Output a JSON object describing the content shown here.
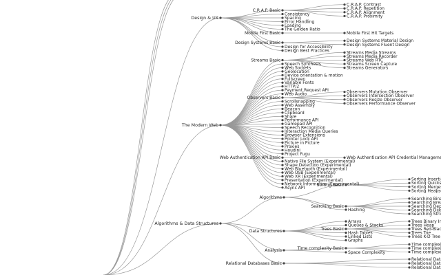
{
  "mindmap": {
    "branches": [
      {
        "label": "Design & UX",
        "children": [
          {
            "label": "C.R.A.P. Basic",
            "children": [
              {
                "label": "C.R.A.P. Contrast"
              },
              {
                "label": "C.R.A.P. Repetition"
              },
              {
                "label": "C.R.A.P. Alignment"
              },
              {
                "label": "C.R.A.P. Proximity"
              }
            ]
          },
          {
            "label": "Consistency"
          },
          {
            "label": "Spacing"
          },
          {
            "label": "Error Handling"
          },
          {
            "label": "Loading"
          },
          {
            "label": "The Golden Ratio"
          },
          {
            "label": "Mobile First Basic",
            "children": [
              {
                "label": "Mobile First Hit Targets"
              }
            ]
          },
          {
            "label": "Design Systems Basic",
            "children": [
              {
                "label": "Design Systems Material Design"
              },
              {
                "label": "Design Systems Fluent Design"
              }
            ]
          },
          {
            "label": "Design for Accessibility"
          },
          {
            "label": "Design Best Practices"
          }
        ]
      },
      {
        "label": "The Modern Web",
        "children": [
          {
            "label": "Streams Basic",
            "children": [
              {
                "label": "Streams Media Streams"
              },
              {
                "label": "Streams Media Recorder"
              },
              {
                "label": "Streams Web RTC"
              },
              {
                "label": "Streams Screen Capture"
              },
              {
                "label": "Streams Generators"
              }
            ]
          },
          {
            "label": "Speech Synthesis"
          },
          {
            "label": "Web Sockets"
          },
          {
            "label": "Geolocation"
          },
          {
            "label": "Device orientation & motion"
          },
          {
            "label": "Fullscreen"
          },
          {
            "label": "Variable Fonts"
          },
          {
            "label": "HTTP/2"
          },
          {
            "label": "Payment Request API"
          },
          {
            "label": "Web Audio"
          },
          {
            "label": "Observers Basic",
            "children": [
              {
                "label": "Observers Mutation Observer"
              },
              {
                "label": "Observers Intersection Observer"
              },
              {
                "label": "Observers Resize Observer"
              },
              {
                "label": "Observers Performance Observer"
              }
            ]
          },
          {
            "label": "Scrollsnapping"
          },
          {
            "label": "Web Assembly"
          },
          {
            "label": "Beacon"
          },
          {
            "label": "Clipboard"
          },
          {
            "label": "Share"
          },
          {
            "label": "Performance API"
          },
          {
            "label": "Gamepad API"
          },
          {
            "label": "Speech Recognition"
          },
          {
            "label": "Interaction Media Queries"
          },
          {
            "label": "Browser Extensions"
          },
          {
            "label": "Pointer Lock API"
          },
          {
            "label": "Picture in Picture"
          },
          {
            "label": "Proxies"
          },
          {
            "label": "Houdini"
          },
          {
            "label": "Project Fugu"
          },
          {
            "label": "Web Authentication API Basic",
            "children": [
              {
                "label": "Web Authentication API Credential Management"
              }
            ]
          },
          {
            "label": "Native File System (Experimental)"
          },
          {
            "label": "Shape Detection (Experimental)"
          },
          {
            "label": "Web Bluetooth (Experimental)"
          },
          {
            "label": "Web USB (Experimental)"
          },
          {
            "label": "Web XR (Experimental)"
          },
          {
            "label": "Presentation (Experimental)"
          },
          {
            "label": "Network Information (Experimental)"
          },
          {
            "label": "Async API"
          }
        ]
      },
      {
        "label": "Algorithms & Data Structures",
        "children": [
          {
            "label": "Algorithms",
            "children": [
              {
                "label": "Sorting Basic",
                "children": [
                  {
                    "label": "Sorting Insertion"
                  },
                  {
                    "label": "Sorting Quicksort"
                  },
                  {
                    "label": "Sorting Mergesort"
                  },
                  {
                    "label": "Sorting Heapsort"
                  }
                ]
              },
              {
                "label": "Searching Basic",
                "children": [
                  {
                    "label": "Searching Binary"
                  },
                  {
                    "label": "Searching Breadth"
                  },
                  {
                    "label": "Searching Depth"
                  },
                  {
                    "label": "Searching Dijkstra"
                  },
                  {
                    "label": "Searching String"
                  }
                ]
              },
              {
                "label": "Hashing"
              }
            ]
          },
          {
            "label": "Data Structures",
            "children": [
              {
                "label": "Arrays"
              },
              {
                "label": "Queues & Stacks"
              },
              {
                "label": "Trees Basic",
                "children": [
                  {
                    "label": "Trees Binary Inv"
                  },
                  {
                    "label": "Trees Heap"
                  },
                  {
                    "label": "Trees Red-Black"
                  },
                  {
                    "label": "Trees Trie"
                  },
                  {
                    "label": "Trees K-D Tree"
                  }
                ]
              },
              {
                "label": "Hash Tables"
              },
              {
                "label": "Linked Lists"
              },
              {
                "label": "Graphs"
              }
            ]
          },
          {
            "label": "Analysis",
            "children": [
              {
                "label": "Time complexity Basic",
                "children": [
                  {
                    "label": "Time complexity"
                  },
                  {
                    "label": "Time complexity"
                  },
                  {
                    "label": "Time complexity"
                  }
                ]
              },
              {
                "label": "Space Complexity"
              }
            ]
          },
          {
            "label": "Relational Databases Basic",
            "children": [
              {
                "label": "Relational Data"
              },
              {
                "label": "Relational Data"
              },
              {
                "label": "Relational Data"
              }
            ]
          }
        ]
      }
    ]
  }
}
